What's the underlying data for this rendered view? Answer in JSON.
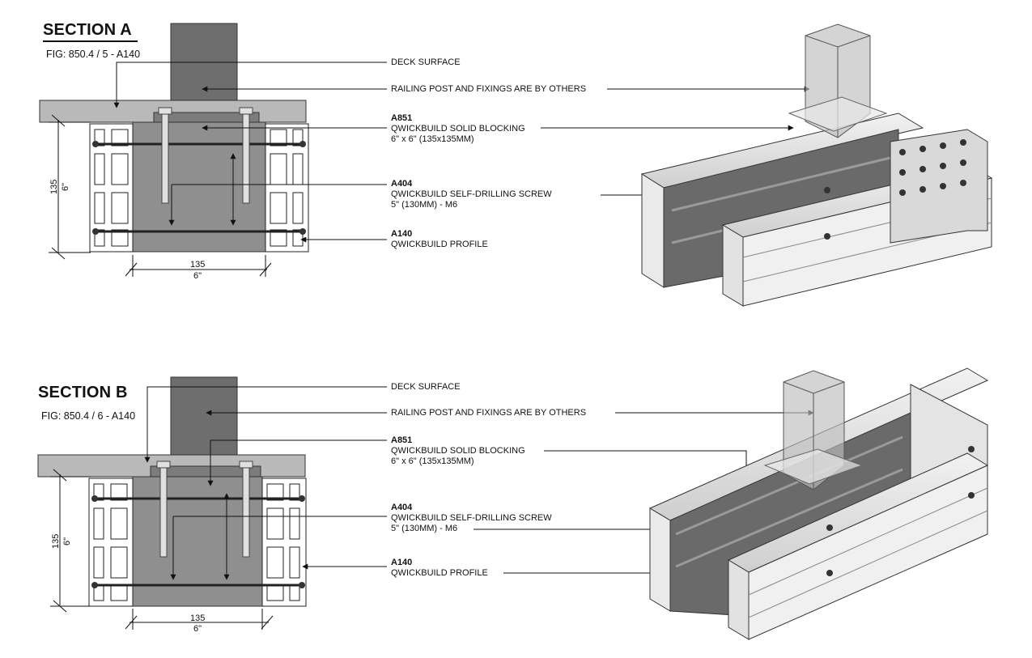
{
  "sections": [
    {
      "title": "SECTION A",
      "fig": "FIG: 850.4 / 5 - A140",
      "labels": {
        "deck": "DECK SURFACE",
        "post": "RAILING POST AND FIXINGS ARE BY OTHERS",
        "blocking_code": "A851",
        "blocking_name": "QWICKBUILD SOLID BLOCKING",
        "blocking_size": "6\" x 6\" (135x135MM)",
        "screw_code": "A404",
        "screw_name": "QWICKBUILD SELF-DRILLING SCREW",
        "screw_size": "5\" (130MM) - M6",
        "profile_code": "A140",
        "profile_name": "QWICKBUILD  PROFILE"
      },
      "dims": {
        "vertical_mm": "135",
        "vertical_in": "6\"",
        "horizontal_mm": "135",
        "horizontal_in": "6\""
      }
    },
    {
      "title": "SECTION B",
      "fig": "FIG: 850.4 / 6 - A140",
      "labels": {
        "deck": "DECK SURFACE",
        "post": "RAILING POST AND FIXINGS ARE BY OTHERS",
        "blocking_code": "A851",
        "blocking_name": "QWICKBUILD SOLID BLOCKING",
        "blocking_size": "6\" x 6\" (135x135MM)",
        "screw_code": "A404",
        "screw_name": "QWICKBUILD SELF-DRILLING SCREW",
        "screw_size": "5\" (130MM) - M6",
        "profile_code": "A140",
        "profile_name": "QWICKBUILD  PROFILE"
      },
      "dims": {
        "vertical_mm": "135",
        "vertical_in": "6\"",
        "horizontal_mm": "135",
        "horizontal_in": "6\""
      }
    }
  ],
  "colors": {
    "post": "#6e6e6e",
    "blocking": "#8f8f8f",
    "deck": "#b9b9b9",
    "profile_fill": "#ffffff",
    "line": "#111111",
    "iso_post": "#c8c8c8",
    "iso_dark": "#5a5a5a"
  }
}
